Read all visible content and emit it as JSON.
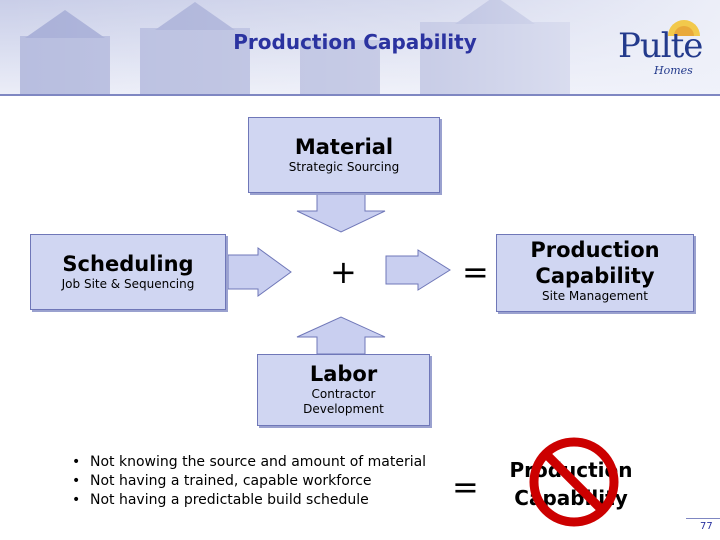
{
  "header": {
    "title": "Production Capability",
    "logo_text": "Pulte",
    "logo_sub": "Homes"
  },
  "boxes": {
    "material": {
      "title": "Material",
      "subtitle": "Strategic Sourcing"
    },
    "scheduling": {
      "title": "Scheduling",
      "subtitle": "Job Site & Sequencing"
    },
    "labor": {
      "title": "Labor",
      "subtitle_line1": "Contractor",
      "subtitle_line2": "Development"
    },
    "production": {
      "title_line1": "Production",
      "title_line2": "Capability",
      "subtitle": "Site Management"
    }
  },
  "operators": {
    "plus": "+",
    "equals": "="
  },
  "bullets": [
    "Not knowing the source and amount of material",
    "Not having a trained, capable workforce",
    "Not having a predictable build schedule"
  ],
  "negated_result": {
    "line1": "Production",
    "line2": "Capability"
  },
  "page_number": "77",
  "colors": {
    "accent": "#2b33a0",
    "box_fill": "#d0d6f2",
    "arrow_fill": "#c9cff0",
    "prohibition": "#cc0000"
  }
}
